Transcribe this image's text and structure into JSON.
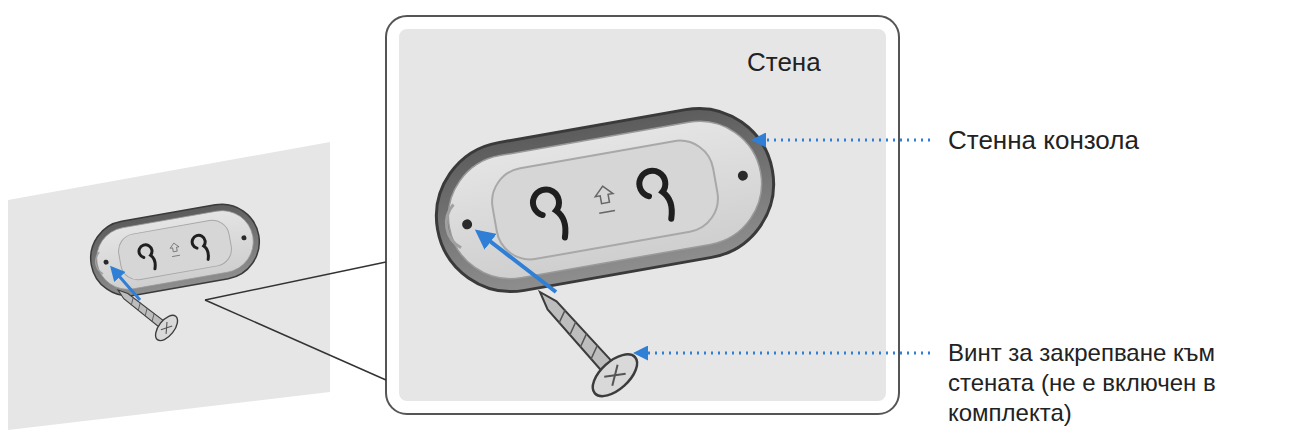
{
  "diagram": {
    "nodes": [
      {
        "text": [
          "Стена"
        ]
      }
    ],
    "labels": [
      "Стенна конзола",
      "Винт за закрепване към стената (не е включен в комплекта)"
    ]
  }
}
